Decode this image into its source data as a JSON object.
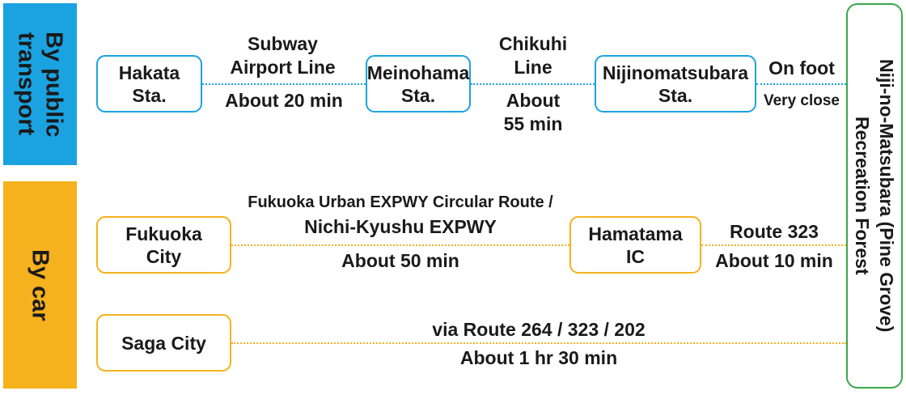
{
  "sections": {
    "public": {
      "label": "By public\ntransport",
      "color": "#1aa3e0"
    },
    "car": {
      "label": "By car",
      "color": "#f5b21e"
    }
  },
  "destination": {
    "label": "Niji-no-Matsubara (Pine Grove)\nRecreation Forest",
    "border_color": "#3aa84a"
  },
  "public_route": {
    "nodes": {
      "hakata": "Hakata\nSta.",
      "meinohama": "Meinohama\nSta.",
      "nijinomatsubara": "Nijinomatsubara\nSta."
    },
    "legs": [
      {
        "line": "Subway\nAirport Line",
        "time": "About 20 min"
      },
      {
        "line": "Chikuhi\nLine",
        "time": "About\n55 min"
      },
      {
        "line": "On foot",
        "time": "Very close"
      }
    ]
  },
  "car_routes": {
    "fukuoka": {
      "origin": "Fukuoka\nCity",
      "via_line1": "Fukuoka Urban EXPWY Circular Route /",
      "via_line2": "Nichi-Kyushu EXPWY",
      "time": "About 50 min",
      "interchange": "Hamatama\nIC",
      "final_leg": {
        "road": "Route 323",
        "time": "About 10 min"
      }
    },
    "saga": {
      "origin": "Saga City",
      "via": "via Route 264 / 323 / 202",
      "time": "About 1 hr 30 min"
    }
  }
}
